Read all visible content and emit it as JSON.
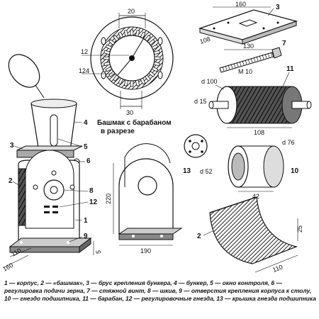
{
  "drumCaption": [
    "Башмак с барабаном",
    "в разрезе"
  ],
  "dims": {
    "gear_top": "20",
    "gear_left": "12",
    "gear_left2": "124",
    "gear_bottom": "30",
    "plate_w": "160",
    "plate_d": "108",
    "bolt_len": "130",
    "bolt_thread": "M 10",
    "drum_d": "d 100",
    "shaft_d": "d 15",
    "drum_len": "108",
    "bushing_d": "d 76",
    "bushing_inner": "d 52",
    "bushing_len": "42",
    "shoe_h": "220",
    "shoe_w": "190",
    "base_w": "110",
    "base_d": "160",
    "base_h": "5",
    "trough_w": "110",
    "trough_h": "25"
  },
  "callouts": {
    "c1": "1",
    "c2": "2",
    "c3": "3",
    "c4": "4",
    "c5": "5",
    "c6": "6",
    "c7": "7",
    "c8": "8",
    "c9": "9",
    "c10": "10",
    "c11": "11",
    "c12": "12",
    "c13": "13"
  },
  "legend": "1 — корпус, 2 — «башмак», 3 — брус крепления бункера, 4 — бункер, 5 — окно контроля, 6 — регулировка подачи зерна, 7 — стяжной винт, 8 — шкив, 9 — отверстия крепления корпуса к столу, 10 — гнездо подшипника, 11 — барабан, 12 — регулировочные гнезда, 13 — крышка гнезда подшипника"
}
